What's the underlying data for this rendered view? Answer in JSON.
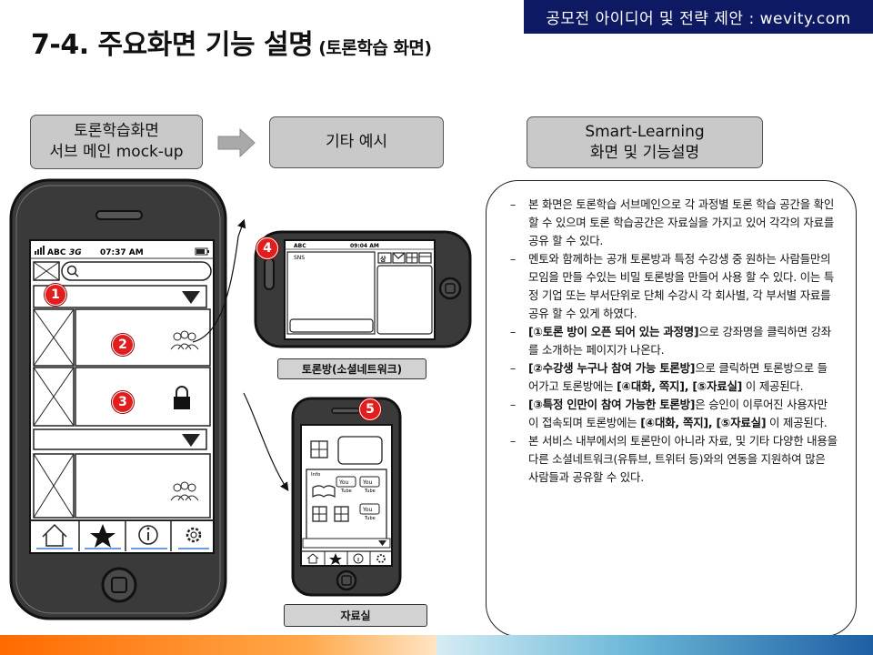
{
  "brand": "공모전 아이디어 및 전략 제안 : wevity.com",
  "title": "7-4. 주요화면 기능 설명",
  "title_sub": "(토론학습 화면)",
  "labels": {
    "mockup_line1": "토론학습화면",
    "mockup_line2": "서브 메인 mock-up",
    "other": "기타 예시",
    "smart_line1": "Smart-Learning",
    "smart_line2": "화면 및 기능설명"
  },
  "captions": {
    "sns": "토론방(소셜네트워크)",
    "library": "자료실"
  },
  "phone_main": {
    "carrier": "ABC",
    "network": "3G",
    "time": "07:37 AM"
  },
  "phone_landscape": {
    "carrier": "ABC",
    "time": "09:04 AM",
    "sns_label": "SNS"
  },
  "phone_small": {
    "info_label": "Info",
    "youtube_top": "You",
    "youtube_bottom": "Tube"
  },
  "badges": [
    "1",
    "2",
    "3",
    "4",
    "5"
  ],
  "description": [
    [
      {
        "t": "본 화면은 토론학습 서브메인으로 각 과정별 토론 학습 공간을 확인 할 수 있으며 토론 학습공간은 자료실을 가지고 있어 각각의 자료를 공유 할 수 있다."
      }
    ],
    [
      {
        "t": "멘토와 함께하는 공개 토론방과 특정 수강생 중 원하는 사람들만의 모임을 만들 수있는 비밀 토론방을 만들어 사용 할 수 있다. 이는 특정 기업 또는 부서단위로 단체 수강시 각 회사별, 각 부서별 자료를 공유 할 수 있게 하였다."
      }
    ],
    [
      {
        "t": "[①토론 방이 오픈 되어 있는 과정명]",
        "b": true
      },
      {
        "t": "으로 강좌명을 클릭하면 강좌를 소개하는 페이지가 나온다."
      }
    ],
    [
      {
        "t": "[②수강생 누구나 참여 가능 토론방]",
        "b": true
      },
      {
        "t": "으로 클릭하면 토론방으로 들어가고 토론방에는 "
      },
      {
        "t": "[④대화, 쪽지], [⑤자료실]",
        "b": true
      },
      {
        "t": " 이 제공된다."
      }
    ],
    [
      {
        "t": "[③특정 인만이 참여 가능한 토론방]",
        "b": true
      },
      {
        "t": "은 승인이 이루어진 사용자만이 접속되며 토론방에는 "
      },
      {
        "t": "[④대화, 쪽지], [⑤자료실]",
        "b": true
      },
      {
        "t": " 이 제공된다."
      }
    ],
    [
      {
        "t": "본 서비스 내부에서의 토론만이 아니라 자료, 및 기타 다양한 내용을 다른 소셜네트워크(유튜브, 트위터 등)와의 연동을 지원하여 많은 사람들과 공유할 수 있다."
      }
    ]
  ],
  "colors": {
    "brand_bar": "#0d1a63",
    "badge": "#e11d1d",
    "phone_body": "#3a3a3a",
    "label_box": "#c9c9c9"
  }
}
